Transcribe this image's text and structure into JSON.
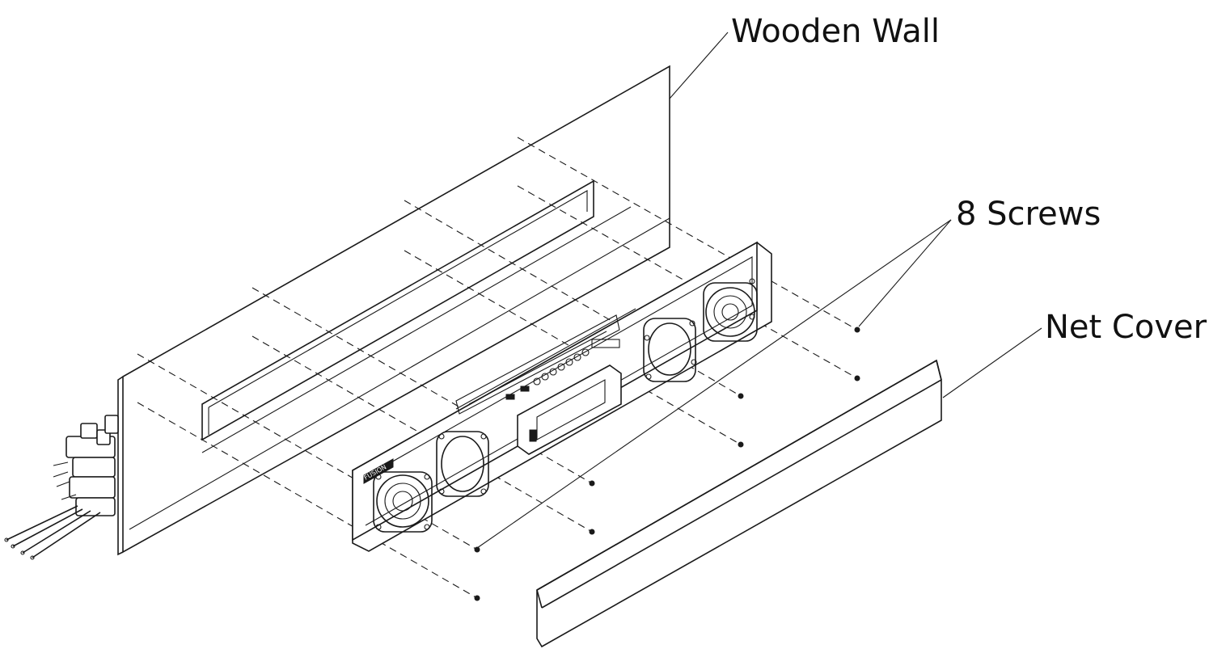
{
  "labels": {
    "wooden_wall": "Wooden Wall",
    "screws": "8 Screws",
    "net_cover": "Net Cover"
  },
  "brand_badge": "FUSION"
}
